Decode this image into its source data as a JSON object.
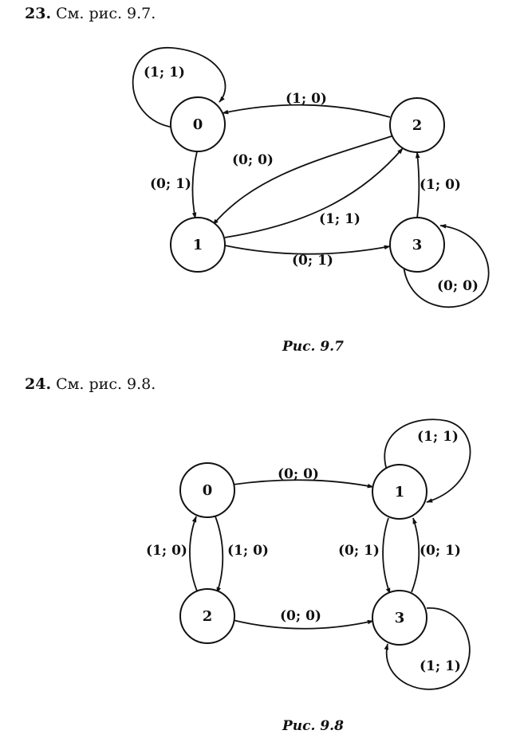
{
  "problem23": {
    "number": "23.",
    "text": "См. рис. 9.7."
  },
  "problem24": {
    "number": "24.",
    "text": "См. рис. 9.8."
  },
  "figure1": {
    "caption": "Рис. 9.7",
    "nodes": [
      "0",
      "1",
      "2",
      "3"
    ],
    "edges": [
      {
        "from": "0",
        "to": "0",
        "label": "(1; 1)"
      },
      {
        "from": "2",
        "to": "0",
        "label": "(1; 0)"
      },
      {
        "from": "0",
        "to": "1",
        "label": "(0; 1)"
      },
      {
        "from": "2",
        "to": "1",
        "label": "(0; 0)"
      },
      {
        "from": "1",
        "to": "2",
        "label": "(1; 1)"
      },
      {
        "from": "3",
        "to": "2",
        "label": "(1; 0)"
      },
      {
        "from": "1",
        "to": "3",
        "label": "(0; 1)"
      },
      {
        "from": "3",
        "to": "3",
        "label": "(0; 0)"
      }
    ]
  },
  "figure2": {
    "caption": "Рис. 9.8",
    "nodes": [
      "0",
      "1",
      "2",
      "3"
    ],
    "edges": [
      {
        "from": "0",
        "to": "1",
        "label": "(0; 0)"
      },
      {
        "from": "1",
        "to": "1",
        "label": "(1; 1)"
      },
      {
        "from": "2",
        "to": "0",
        "label": "(1; 0)"
      },
      {
        "from": "0",
        "to": "2",
        "label": "(1; 0)"
      },
      {
        "from": "3",
        "to": "1",
        "label": "(0; 1)"
      },
      {
        "from": "1",
        "to": "3",
        "label": "(0; 1)"
      },
      {
        "from": "2",
        "to": "3",
        "label": "(0; 0)"
      },
      {
        "from": "3",
        "to": "3",
        "label": "(1; 1)"
      }
    ]
  }
}
